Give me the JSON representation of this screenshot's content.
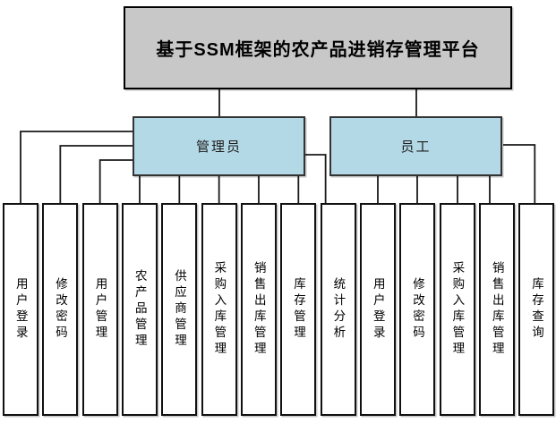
{
  "root_label": "基于SSM框架的农产品进销存管理平台",
  "branches": [
    {
      "label": "管理员",
      "children": [
        {
          "id": "user-login",
          "label": "用户登录"
        },
        {
          "id": "change-password",
          "label": "修改密码"
        },
        {
          "id": "user-management",
          "label": "用户管理"
        },
        {
          "id": "agri-product-management",
          "label": "农产品管理"
        },
        {
          "id": "supplier-management",
          "label": "供应商管理"
        },
        {
          "id": "purchase-inbound-management",
          "label": "采购入库管理"
        },
        {
          "id": "sales-outbound-management",
          "label": "销售出库管理"
        },
        {
          "id": "inventory-management",
          "label": "库存管理"
        },
        {
          "id": "statistics-analysis",
          "label": "统计分析"
        }
      ]
    },
    {
      "label": "员工",
      "children": [
        {
          "id": "user-login",
          "label": "用户登录"
        },
        {
          "id": "change-password",
          "label": "修改密码"
        },
        {
          "id": "purchase-inbound-management",
          "label": "采购入库管理"
        },
        {
          "id": "sales-outbound-management",
          "label": "销售出库管理"
        },
        {
          "id": "inventory-query",
          "label": "库存查询"
        }
      ]
    }
  ],
  "colors": {
    "root_fill": "#c8c8c8",
    "branch_fill": "#b4d9e6",
    "leaf_fill": "#ffffff",
    "line": "#1a1a1a"
  }
}
